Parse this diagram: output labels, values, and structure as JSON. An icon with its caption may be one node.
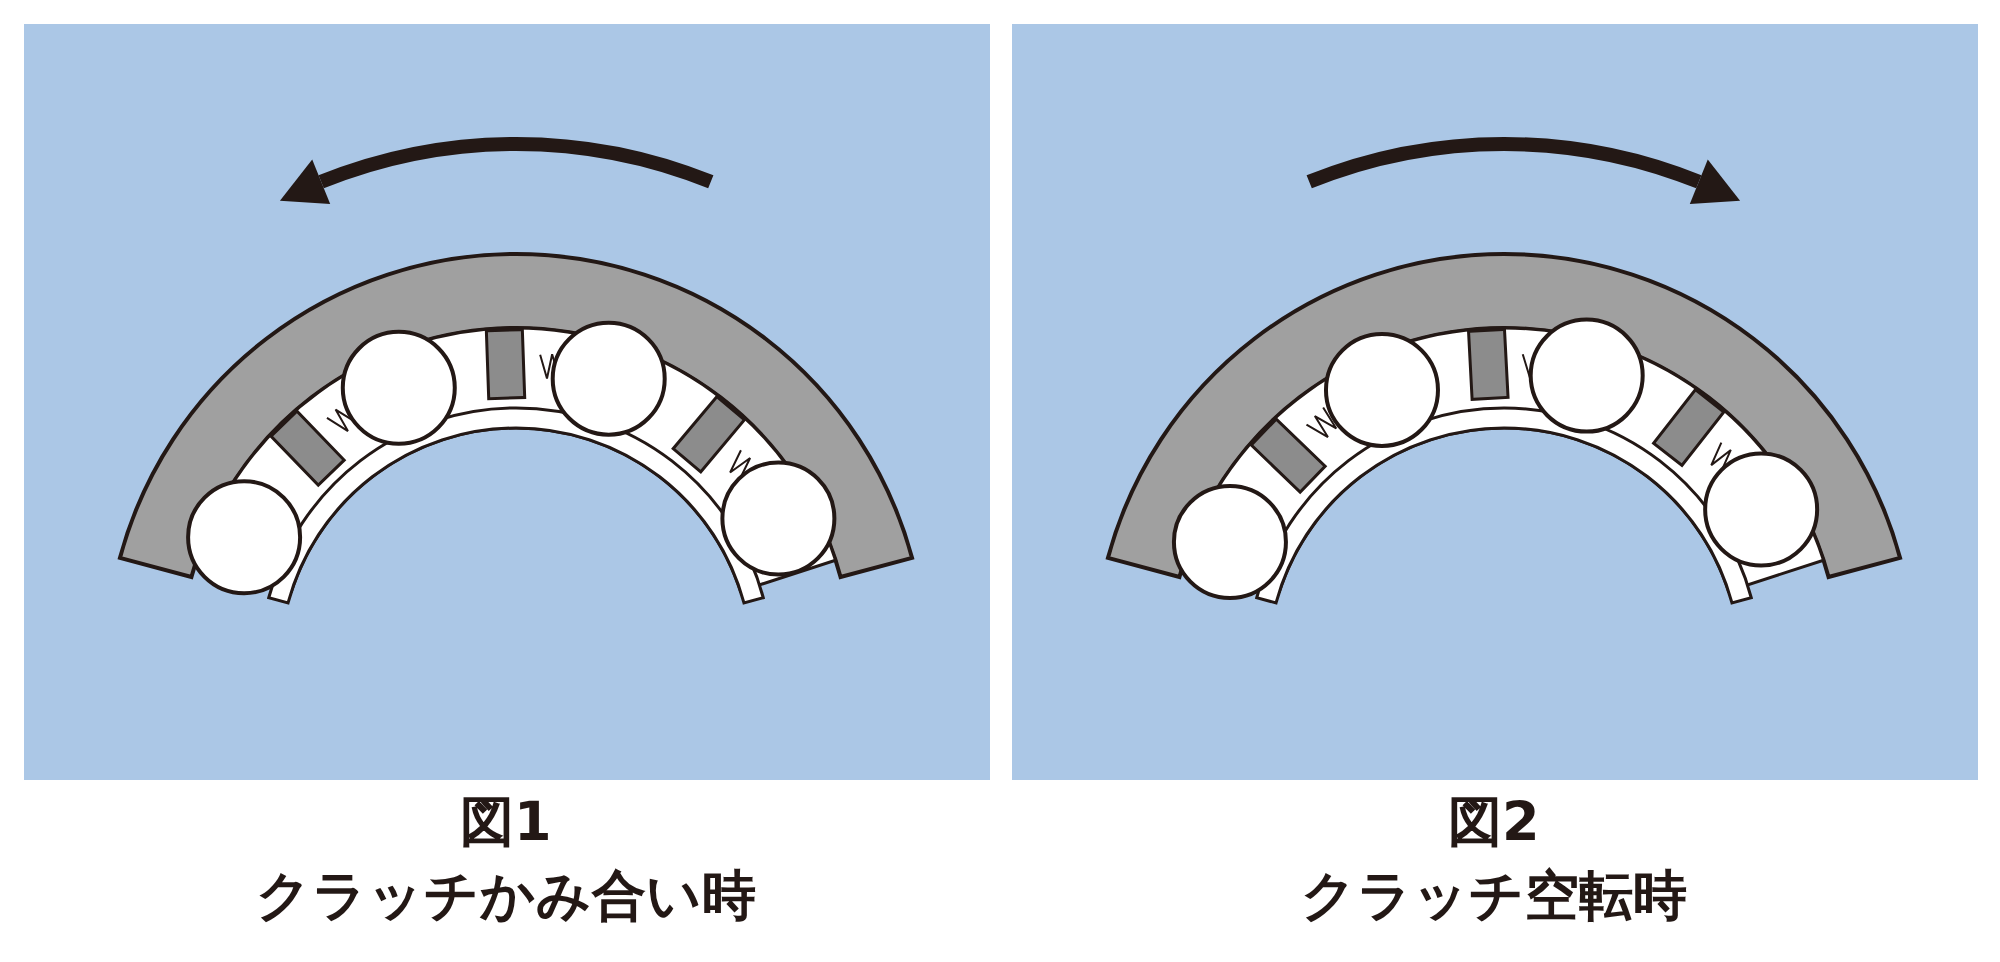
{
  "diagram": {
    "labels": [
      "図1",
      "クラッチかみ合い時",
      "図2",
      "クラッチ空転時"
    ]
  }
}
